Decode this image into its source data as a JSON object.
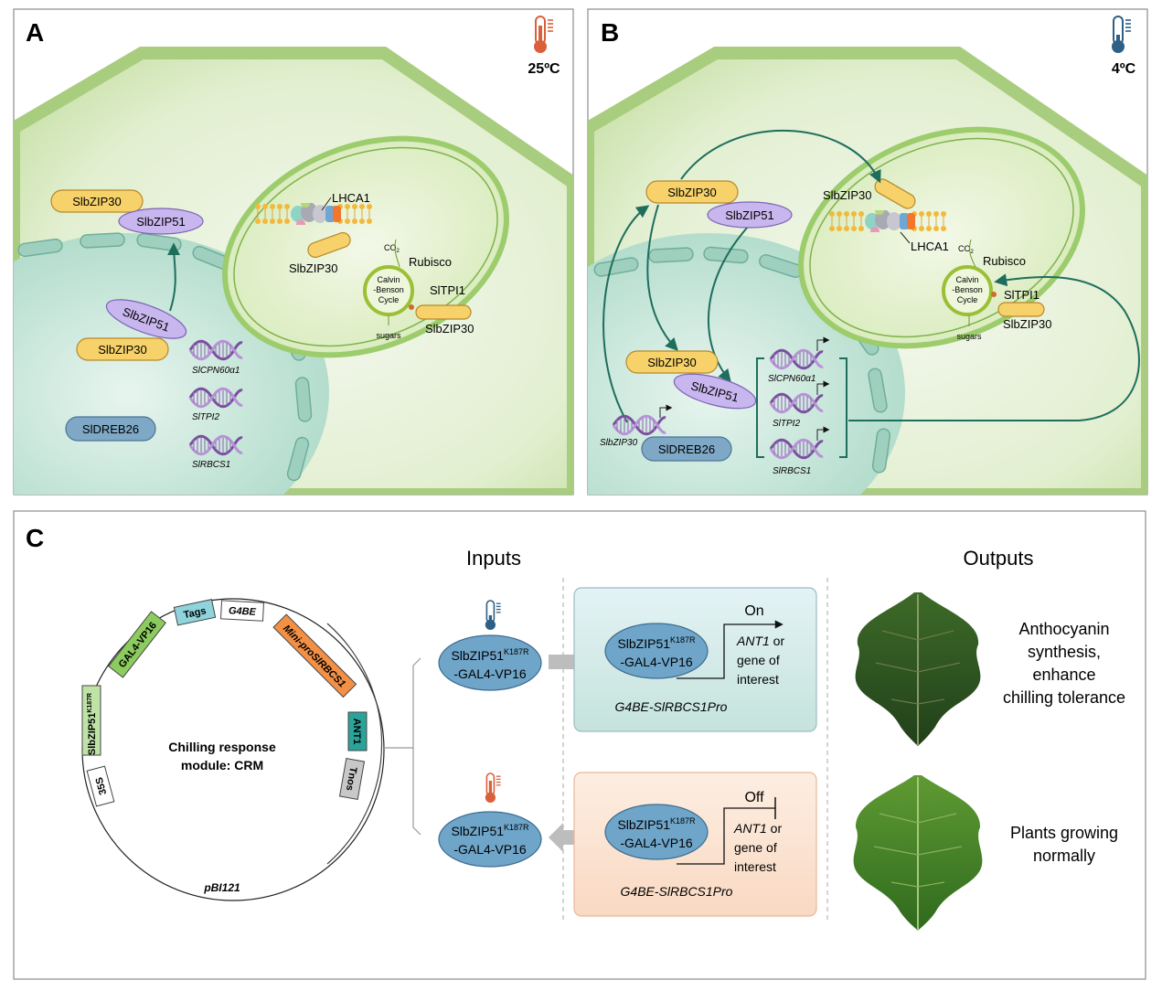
{
  "panels": {
    "a": {
      "letter": "A",
      "temp": "25ºC",
      "lhca1": "LHCA1",
      "slbzip30_membrane": "SlbZIP30",
      "co2": "CO",
      "co2_sub": "2",
      "rubisco": "Rubisco",
      "calvin_1": "Calvin",
      "calvin_2": "-Benson",
      "calvin_3": "Cycle",
      "sugars": "sugars",
      "sltpi1": "SlTPI1",
      "slbzip30_cycle": "SlbZIP30",
      "cyto_bzip30": "SlbZIP30",
      "cyto_bzip51": "SlbZIP51",
      "nuc_bzip51": "SlbZIP51",
      "nuc_bzip30": "SlbZIP30",
      "dreb26": "SlDREB26",
      "gene1": "SlCPN60α1",
      "gene2": "SlTPI2",
      "gene3": "SlRBCS1"
    },
    "b": {
      "letter": "B",
      "temp": "4ºC",
      "slbzip30_chloro": "SlbZIP30",
      "lhca1": "LHCA1",
      "co2": "CO",
      "co2_sub": "2",
      "rubisco": "Rubisco",
      "calvin_1": "Calvin",
      "calvin_2": "-Benson",
      "calvin_3": "Cycle",
      "sugars": "sugars",
      "sltpi1": "SlTPI1",
      "slbzip30_cycle": "SlbZIP30",
      "cyto_bzip30": "SlbZIP30",
      "cyto_bzip51": "SlbZIP51",
      "nuc_bzip30": "SlbZIP30",
      "nuc_bzip51": "SlbZIP51",
      "dreb26": "SlDREB26",
      "gene_bzip30": "SlbZIP30",
      "gene1": "SlCPN60α1",
      "gene2": "SlTPI2",
      "gene3": "SlRBCS1"
    }
  },
  "panel_c": {
    "letter": "C",
    "inputs_title": "Inputs",
    "outputs_title": "Outputs",
    "plasmid": {
      "center_1": "Chilling response",
      "center_2": "module: CRM",
      "backbone": "pBI121",
      "seg_35s": "35S",
      "seg_zip51": "SlbZIP51",
      "seg_zip51_sup": "K187R",
      "seg_gal4": "GAL4-VP16",
      "seg_tags": "Tags",
      "seg_g4be": "G4BE",
      "seg_mini": "Mini-proSlRBCS1",
      "seg_ant1": "ANT1",
      "seg_tnos": "Tnos"
    },
    "cold_row": {
      "input_1": "SlbZIP51",
      "input_sup": "K187R",
      "input_2": "-GAL4-VP16",
      "box_tf_1": "SlbZIP51",
      "box_tf_sup": "K187R",
      "box_tf_2": "-GAL4-VP16",
      "state": "On",
      "gene_1": "ANT1",
      "gene_1b": " or",
      "gene_2": "gene of",
      "gene_3": "interest",
      "promoter": "G4BE-SlRBCS1Pro",
      "output_1": "Anthocyanin",
      "output_2": "synthesis,",
      "output_3": "enhance",
      "output_4": "chilling tolerance"
    },
    "warm_row": {
      "input_1": "SlbZIP51",
      "input_sup": "K187R",
      "input_2": "-GAL4-VP16",
      "box_tf_1": "SlbZIP51",
      "box_tf_sup": "K187R",
      "box_tf_2": "-GAL4-VP16",
      "state": "Off",
      "gene_1": "ANT1",
      "gene_1b": " or",
      "gene_2": "gene of",
      "gene_3": "interest",
      "promoter": "G4BE-SlRBCS1Pro",
      "output_1": "Plants growing",
      "output_2": "normally"
    }
  },
  "colors": {
    "cell": "#d4e9b8",
    "chloroplast": "#b6dc8c",
    "nucleus": "#b9e0d3",
    "bzip30": "#f7d26a",
    "bzip51": "#c8b6ee",
    "dreb26": "#7ea8c6",
    "arrow": "#1e6e5c",
    "cold_box": "#cfe7e6",
    "warm_box": "#fbe0cc"
  }
}
